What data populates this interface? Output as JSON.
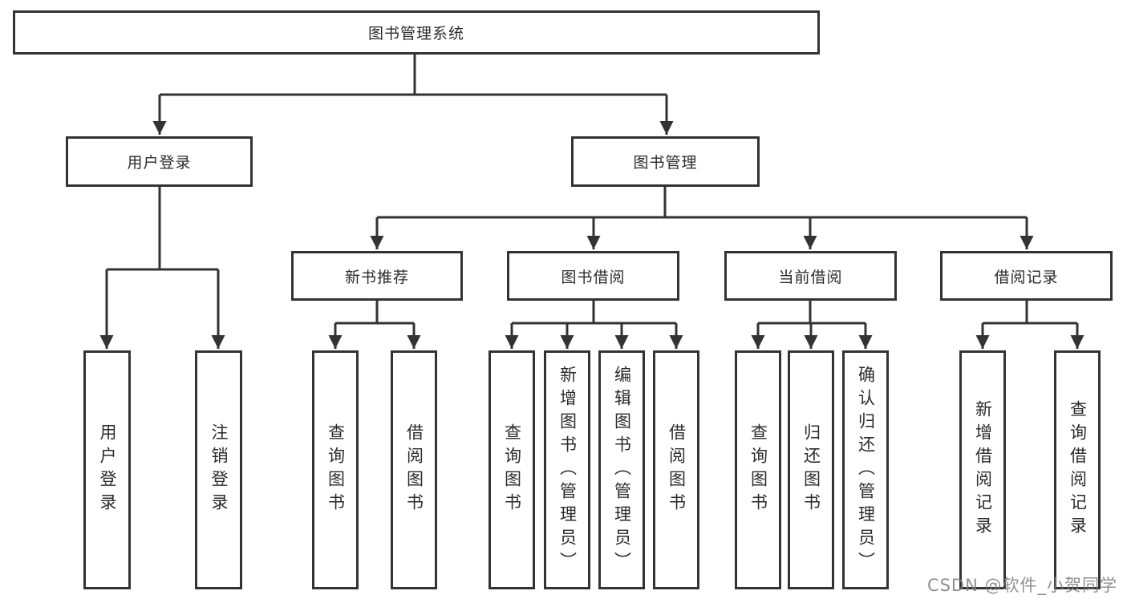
{
  "diagram": {
    "root": {
      "label": "图书管理系统"
    },
    "children": [
      {
        "label": "用户登录",
        "children": [
          {
            "label": "用户登录"
          },
          {
            "label": "注销登录"
          }
        ]
      },
      {
        "label": "图书管理",
        "children": [
          {
            "label": "新书推荐",
            "children": [
              {
                "label": "查询图书"
              },
              {
                "label": "借阅图书"
              }
            ]
          },
          {
            "label": "图书借阅",
            "children": [
              {
                "label": "查询图书"
              },
              {
                "label": "新增图书（管理员）"
              },
              {
                "label": "编辑图书（管理员）"
              },
              {
                "label": "借阅图书"
              }
            ]
          },
          {
            "label": "当前借阅",
            "children": [
              {
                "label": "查询图书"
              },
              {
                "label": "归还图书"
              },
              {
                "label": "确认归还（管理员）"
              }
            ]
          },
          {
            "label": "借阅记录",
            "children": [
              {
                "label": "新增借阅记录"
              },
              {
                "label": "查询借阅记录"
              }
            ]
          }
        ]
      }
    ]
  },
  "watermark": {
    "text": "CSDN @软件_小贺同学"
  },
  "colors": {
    "line": "#333333",
    "box_border": "#333333",
    "text": "#2b2b2b",
    "background": "#ffffff",
    "watermark": "#7d7d7d"
  }
}
